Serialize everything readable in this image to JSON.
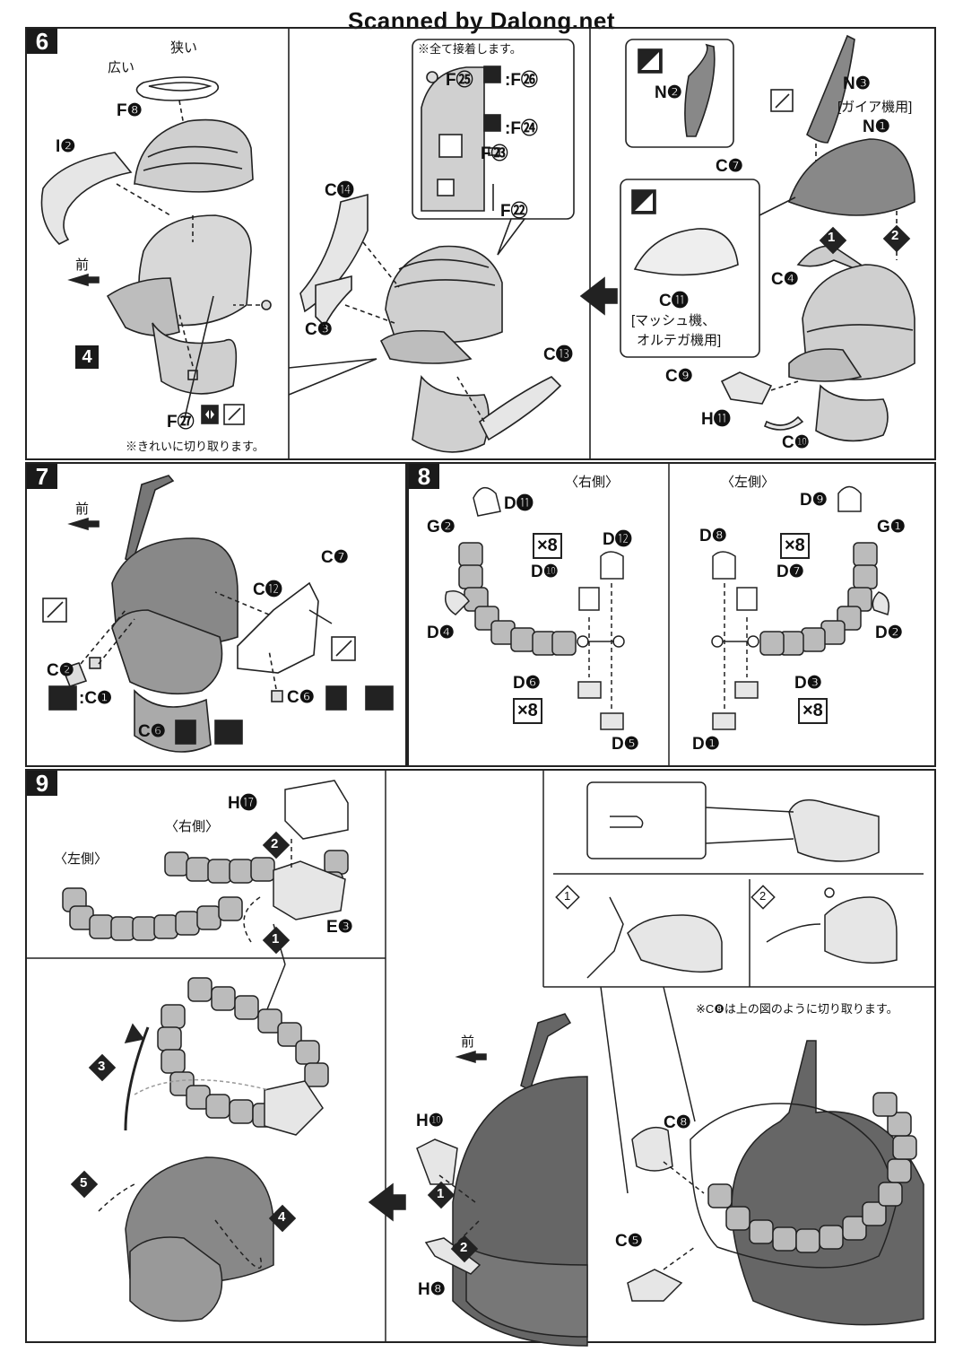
{
  "watermark": "Scanned by Dalong.net",
  "step6": {
    "number": "6",
    "narrow": "狭い",
    "wide": "広い",
    "f8": "F❽",
    "i2": "I❷",
    "front": "前",
    "box4": "4",
    "f27": "F㉗",
    "cut_note": "※きれいに切り取ります。",
    "glue_note": "※全て接着します。",
    "f25": "F㉕",
    "f26": ":F㉖",
    "f24": ":F㉔",
    "f23": "F㉓",
    "f22": "F㉒",
    "c14": "C⓮",
    "c3": "C❸",
    "c13": "C⓭",
    "n2": "N❷",
    "n3": "N❸",
    "gaia": "[ガイア機用]",
    "n1": "N❶",
    "c7": "C❼",
    "c11": "C⓫",
    "mash": "[マッシュ機、",
    "ortega": "オルテガ機用]",
    "c4": "C❹",
    "c9": "C❾",
    "h11": "H⓫",
    "c10": "C❿",
    "step_a": "1",
    "step_b": "2"
  },
  "step7": {
    "number": "7",
    "front": "前",
    "c7": "C❼",
    "c12": "C⓬",
    "c2": "C❷",
    "c1": ":C❶",
    "c6a": "C❻",
    "c6b": "C❻"
  },
  "step8": {
    "number": "8",
    "right": "〈右側〉",
    "left": "〈左側〉",
    "d11": "D⓫",
    "g2": "G❷",
    "x8a": "×8",
    "d12": "D⓬",
    "d10": "D❿",
    "d4": "D❹",
    "d6": "D❻",
    "x8b": "×8",
    "d5": "D❺",
    "d9": "D❾",
    "g1": "G❶",
    "d8": "D❽",
    "x8c": "×8",
    "d7": "D❼",
    "d2": "D❷",
    "d3": "D❸",
    "x8d": "×8",
    "d1": "D❶"
  },
  "step9": {
    "number": "9",
    "h17": "H⓱",
    "right": "〈右側〉",
    "left": "〈左側〉",
    "e3": "E❸",
    "s1": "1",
    "s2": "2",
    "s3": "3",
    "s4": "4",
    "s5": "5",
    "front": "前",
    "h10": "H❿",
    "h8": "H❽",
    "c8": "C❽",
    "c5": "C❺",
    "c8_note": "※C❽は上の図のように切り取ります。",
    "n1": "1",
    "n2": "2"
  }
}
